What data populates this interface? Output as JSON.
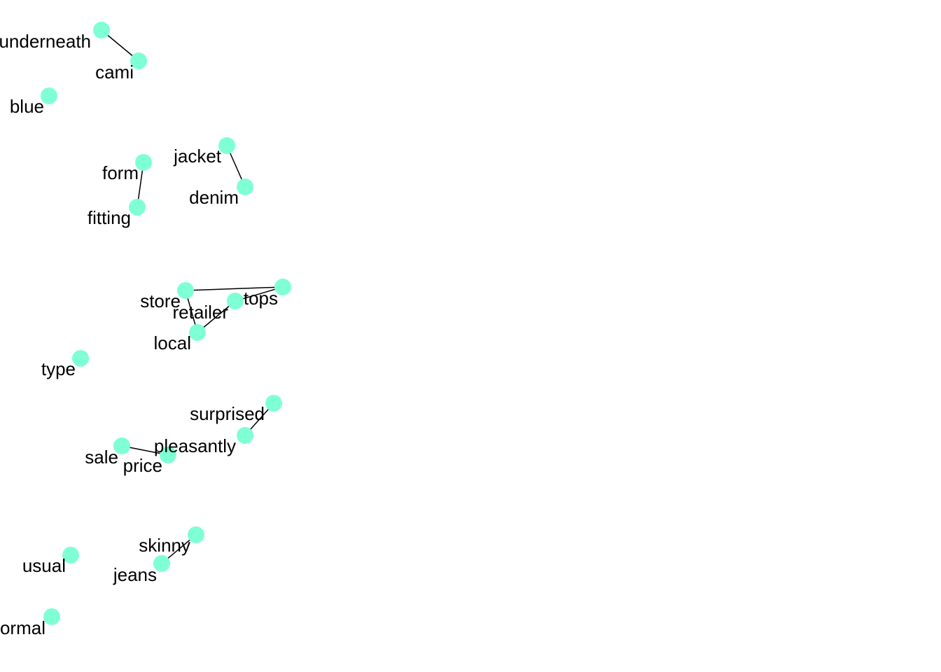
{
  "graph": {
    "node_color": "#7fffd4",
    "edge_color": "#000000",
    "nodes": [
      {
        "id": "underneath",
        "label": "underneath"
      },
      {
        "id": "cami",
        "label": "cami"
      },
      {
        "id": "blue",
        "label": "blue"
      },
      {
        "id": "jacket",
        "label": "jacket"
      },
      {
        "id": "denim",
        "label": "denim"
      },
      {
        "id": "form",
        "label": "form"
      },
      {
        "id": "fitting",
        "label": "fitting"
      },
      {
        "id": "store",
        "label": "store"
      },
      {
        "id": "retailer",
        "label": "retailer"
      },
      {
        "id": "tops",
        "label": "tops"
      },
      {
        "id": "local",
        "label": "local"
      },
      {
        "id": "type",
        "label": "type"
      },
      {
        "id": "surprised",
        "label": "surprised"
      },
      {
        "id": "pleasantly",
        "label": "pleasantly"
      },
      {
        "id": "sale",
        "label": "sale"
      },
      {
        "id": "price",
        "label": "price"
      },
      {
        "id": "skinny",
        "label": "skinny"
      },
      {
        "id": "jeans",
        "label": "jeans"
      },
      {
        "id": "usual",
        "label": "usual"
      },
      {
        "id": "formal",
        "label": "formal"
      }
    ],
    "edges": [
      [
        "underneath",
        "cami"
      ],
      [
        "jacket",
        "denim"
      ],
      [
        "form",
        "fitting"
      ],
      [
        "store",
        "tops"
      ],
      [
        "store",
        "local"
      ],
      [
        "retailer",
        "tops"
      ],
      [
        "retailer",
        "local"
      ],
      [
        "surprised",
        "pleasantly"
      ],
      [
        "sale",
        "price"
      ],
      [
        "skinny",
        "jeans"
      ]
    ]
  }
}
